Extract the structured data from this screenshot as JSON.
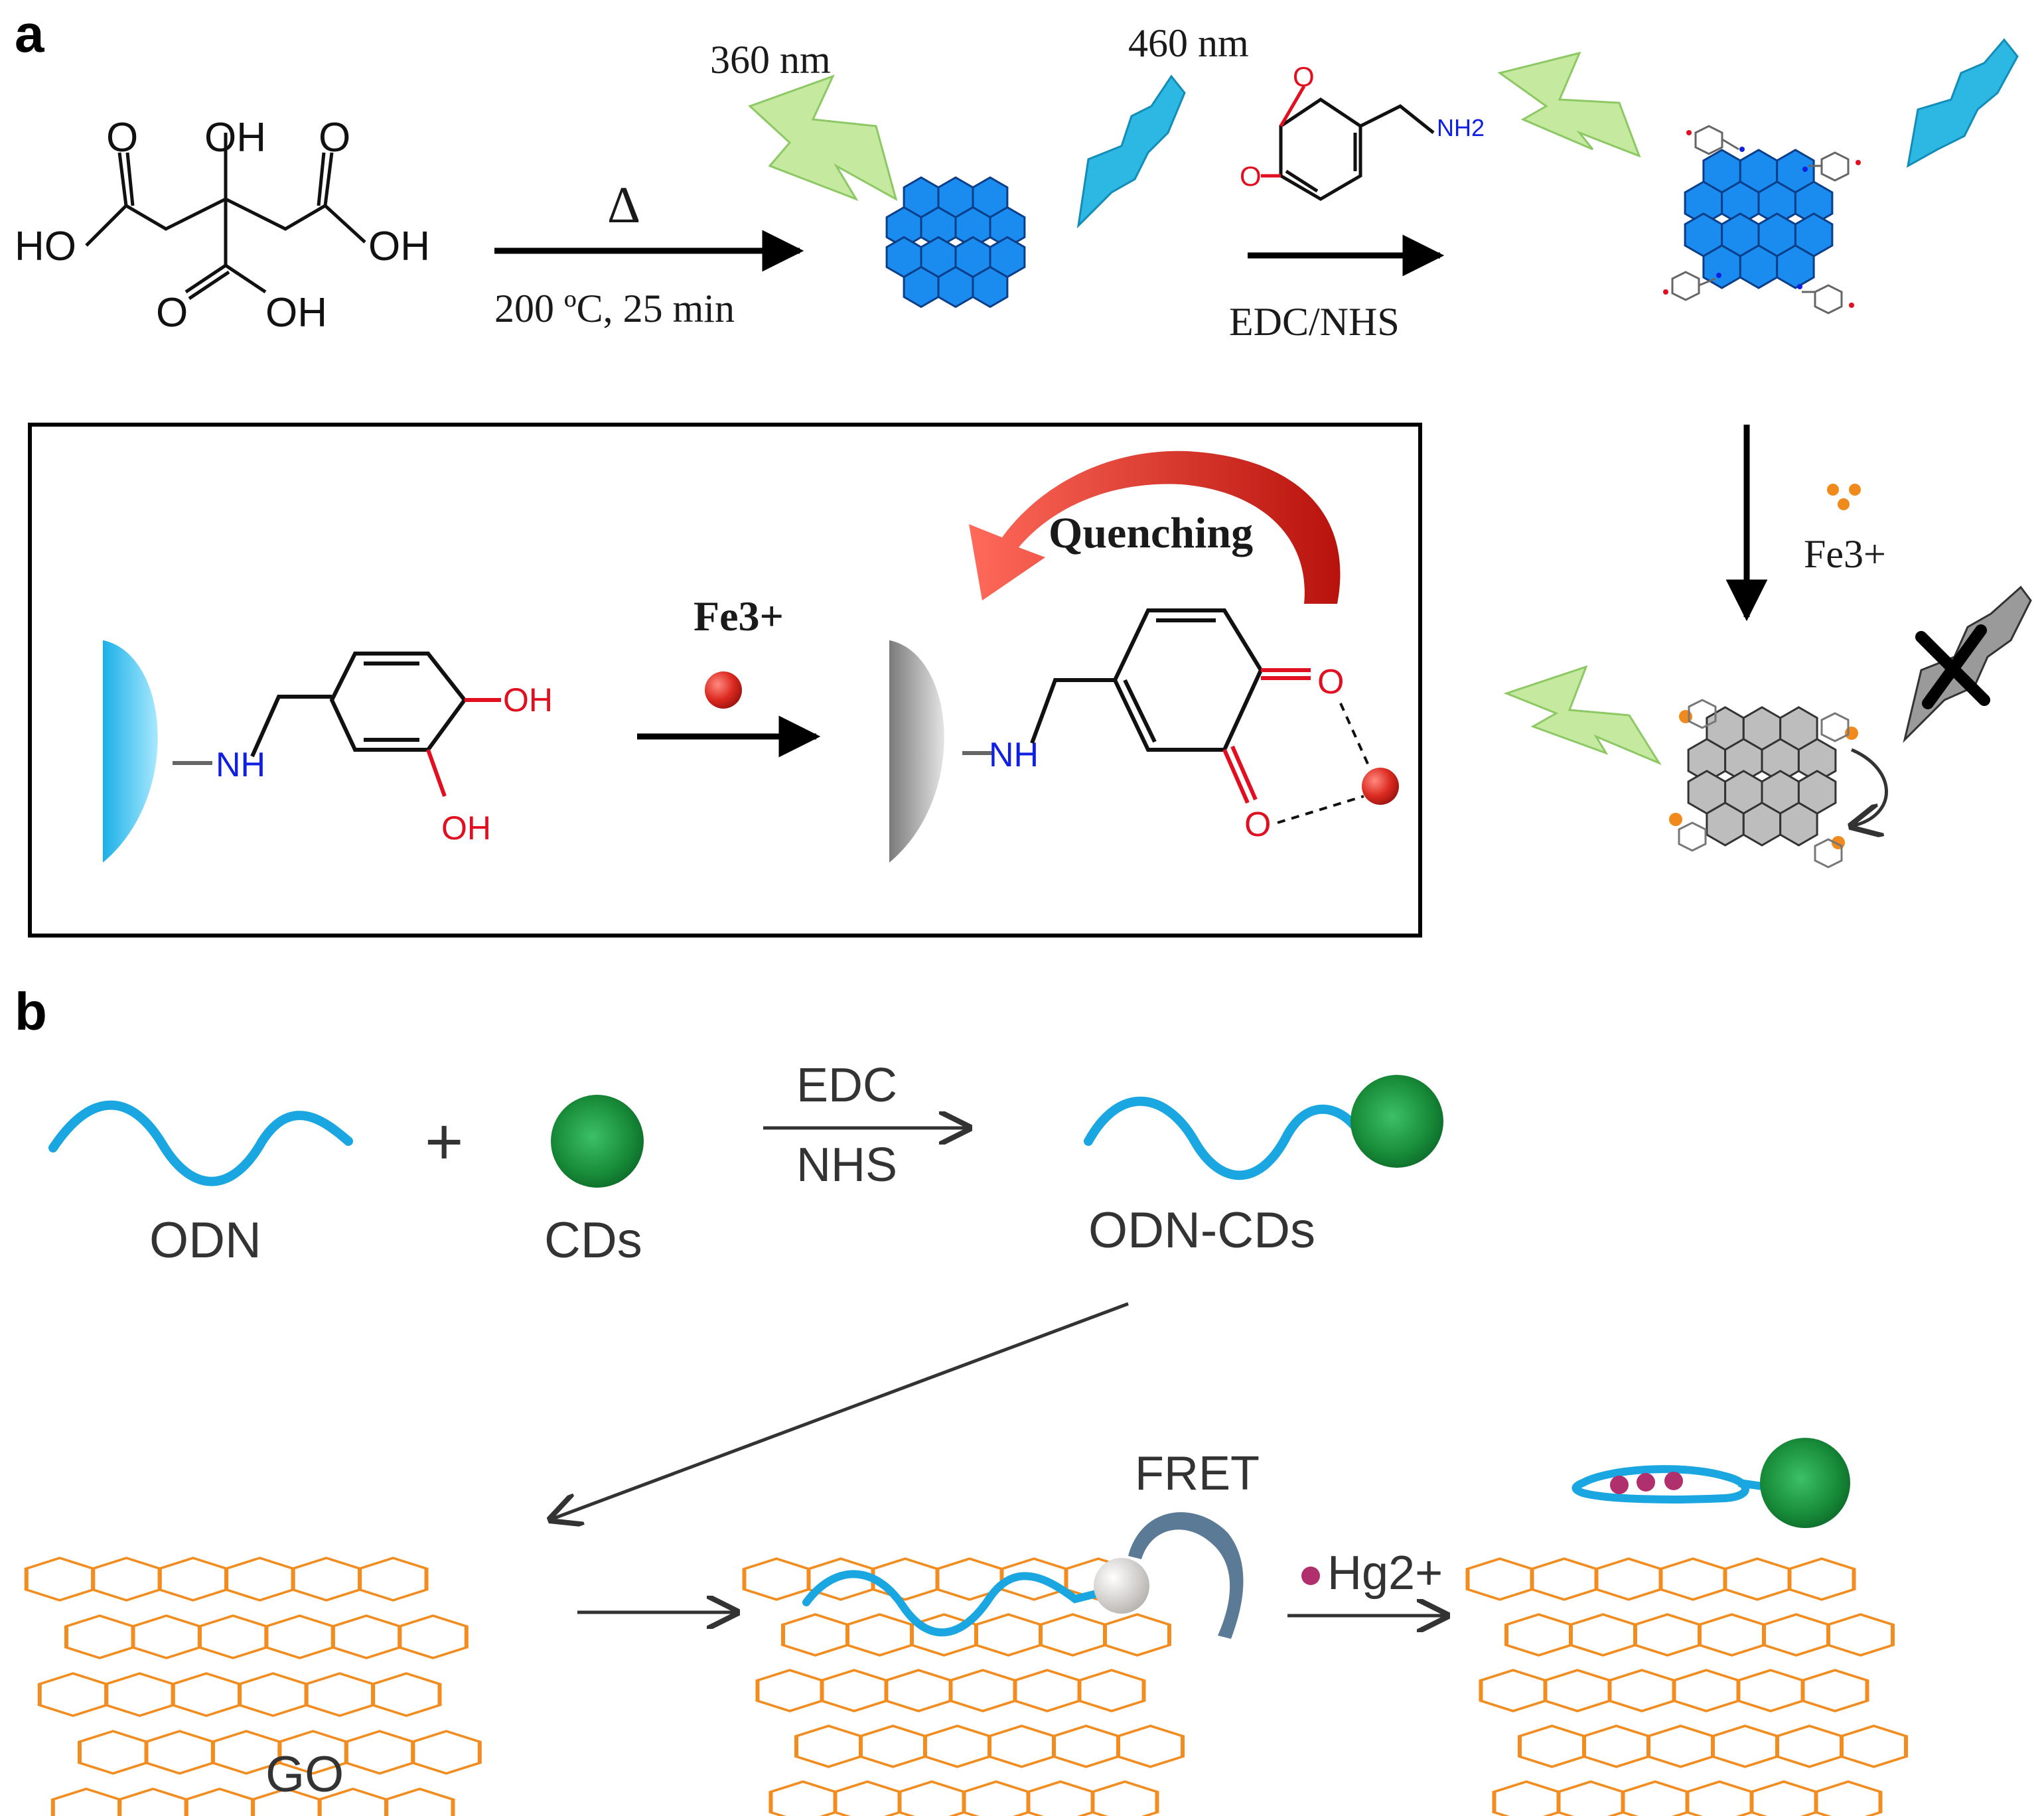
{
  "panel_a": {
    "label": "a",
    "step1": {
      "top": "Δ",
      "bottom": "200 ºC, 25 min"
    },
    "excitation": "360 nm",
    "emission": "460 nm",
    "step2": {
      "bottom": "EDC/NHS"
    },
    "step3": {
      "reagent": "Fe3+"
    },
    "inset": {
      "reagent": "Fe3+",
      "effect": "Quenching"
    },
    "citric_acid_labels": {
      "o": "O",
      "oh": "OH",
      "ho": "HO"
    },
    "linker_labels": {
      "nh2": "NH2",
      "o": "O"
    },
    "inset_labels": {
      "nh": "NH",
      "oh": "OH",
      "o": "O"
    }
  },
  "panel_b": {
    "label": "b",
    "odn": "ODN",
    "plus": "+",
    "cds": "CDs",
    "reagent_top": "EDC",
    "reagent_bottom": "NHS",
    "product": "ODN-CDs",
    "go": "GO",
    "fret": "FRET",
    "hg": "Hg2+"
  },
  "colors": {
    "hexagon_blue": "#1a8cf0",
    "teal_flash": "#1ea8d8",
    "green_flash": "#b9e38a",
    "quench_red": "#d73a2e",
    "odn_blue": "#1aa6e0",
    "cd_green": "#1e9e46",
    "go_orange": "#f28c1e",
    "hg_purple": "#b0306e"
  }
}
